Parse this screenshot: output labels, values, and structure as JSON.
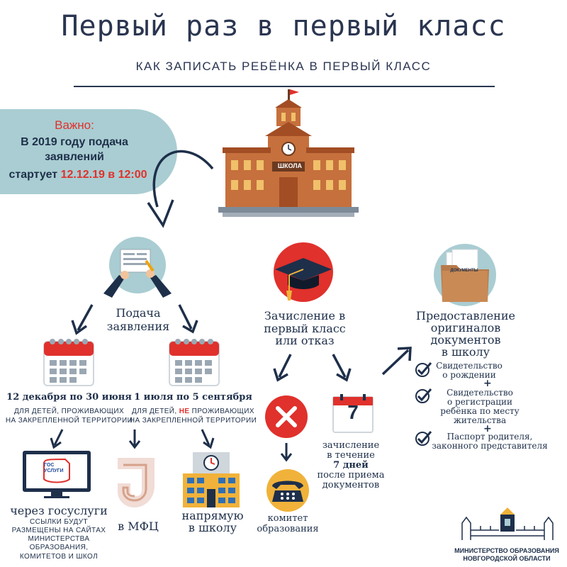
{
  "header": {
    "title": "Первый раз в первый класс",
    "subtitle": "КАК ЗАПИСАТЬ РЕБЁНКА В ПЕРВЫЙ КЛАСС"
  },
  "important": {
    "title": "Важно:",
    "line1": "В 2019 году подача",
    "line2": "заявлений",
    "line3_prefix": "стартует ",
    "line3_highlight": "12.12.19 в 12:00"
  },
  "school": {
    "sign": "ШКОЛА"
  },
  "application": {
    "label_l1": "Подача",
    "label_l2": "заявления"
  },
  "period1": {
    "dates": "12 декабря по 30 июня",
    "note_l1": "ДЛЯ ДЕТЕЙ, ПРОЖИВАЮЩИХ",
    "note_l2": "НА ЗАКРЕПЛЕННОЙ ТЕРРИТОРИИ"
  },
  "period2": {
    "dates": "1 июля по 5 сентября",
    "note_prefix": "ДЛЯ ДЕТЕЙ, ",
    "note_highlight": "НЕ",
    "note_suffix": " ПРОЖИВАЮЩИХ",
    "note_l2": "НА ЗАКРЕПЛЕННОЙ ТЕРРИТОРИИ"
  },
  "channels": {
    "gosuslugi": {
      "logo_l1": "ГОС",
      "logo_l2": "УСЛУГИ",
      "label": "через госуслуги",
      "note_l1": "ССЫЛКИ БУДУТ",
      "note_l2": "РАЗМЕЩЕНЫ НА САЙТАХ",
      "note_l3": "МИНИСТЕРСТВА",
      "note_l4": "ОБРАЗОВАНИЯ,",
      "note_l5": "КОМИТЕТОВ И ШКОЛ"
    },
    "mfc": {
      "label": "в МФЦ"
    },
    "school": {
      "label_l1": "напрямую",
      "label_l2": "в школу"
    }
  },
  "enrollment": {
    "label_l1": "Зачисление в",
    "label_l2": "первый класс",
    "label_l3": "или отказ"
  },
  "committee": {
    "label_l1": "комитет",
    "label_l2": "образования"
  },
  "timing": {
    "calendar_number": "7",
    "l1": "зачисление",
    "l2": "в течение",
    "l3": "7 дней",
    "l4": "после приема",
    "l5": "документов"
  },
  "originals": {
    "folder_label": "ДОКУМЕНТЫ",
    "label_l1": "Предоставление",
    "label_l2": "оригиналов",
    "label_l3": "документов",
    "label_l4": "в школу",
    "items": [
      {
        "l1": "Свидетельство",
        "l2": "о рождении"
      },
      {
        "l1": "Свидетельство",
        "l2": "о регистрации",
        "l3": "ребёнка по месту",
        "l4": "жительства"
      },
      {
        "l1": "Паспорт родителя,",
        "l2": "законного представителя"
      }
    ],
    "plus": "+"
  },
  "footer": {
    "org_l1": "МИНИСТЕРСТВО ОБРАЗОВАНИЯ",
    "org_l2": "НОВГОРОДСКОЙ ОБЛАСТИ"
  },
  "colors": {
    "navy": "#1e2f4a",
    "red": "#e0312c",
    "teal_bubble": "#a9cdd2",
    "brick": "#c6703d",
    "circle_bg": "#a9cdd2"
  }
}
